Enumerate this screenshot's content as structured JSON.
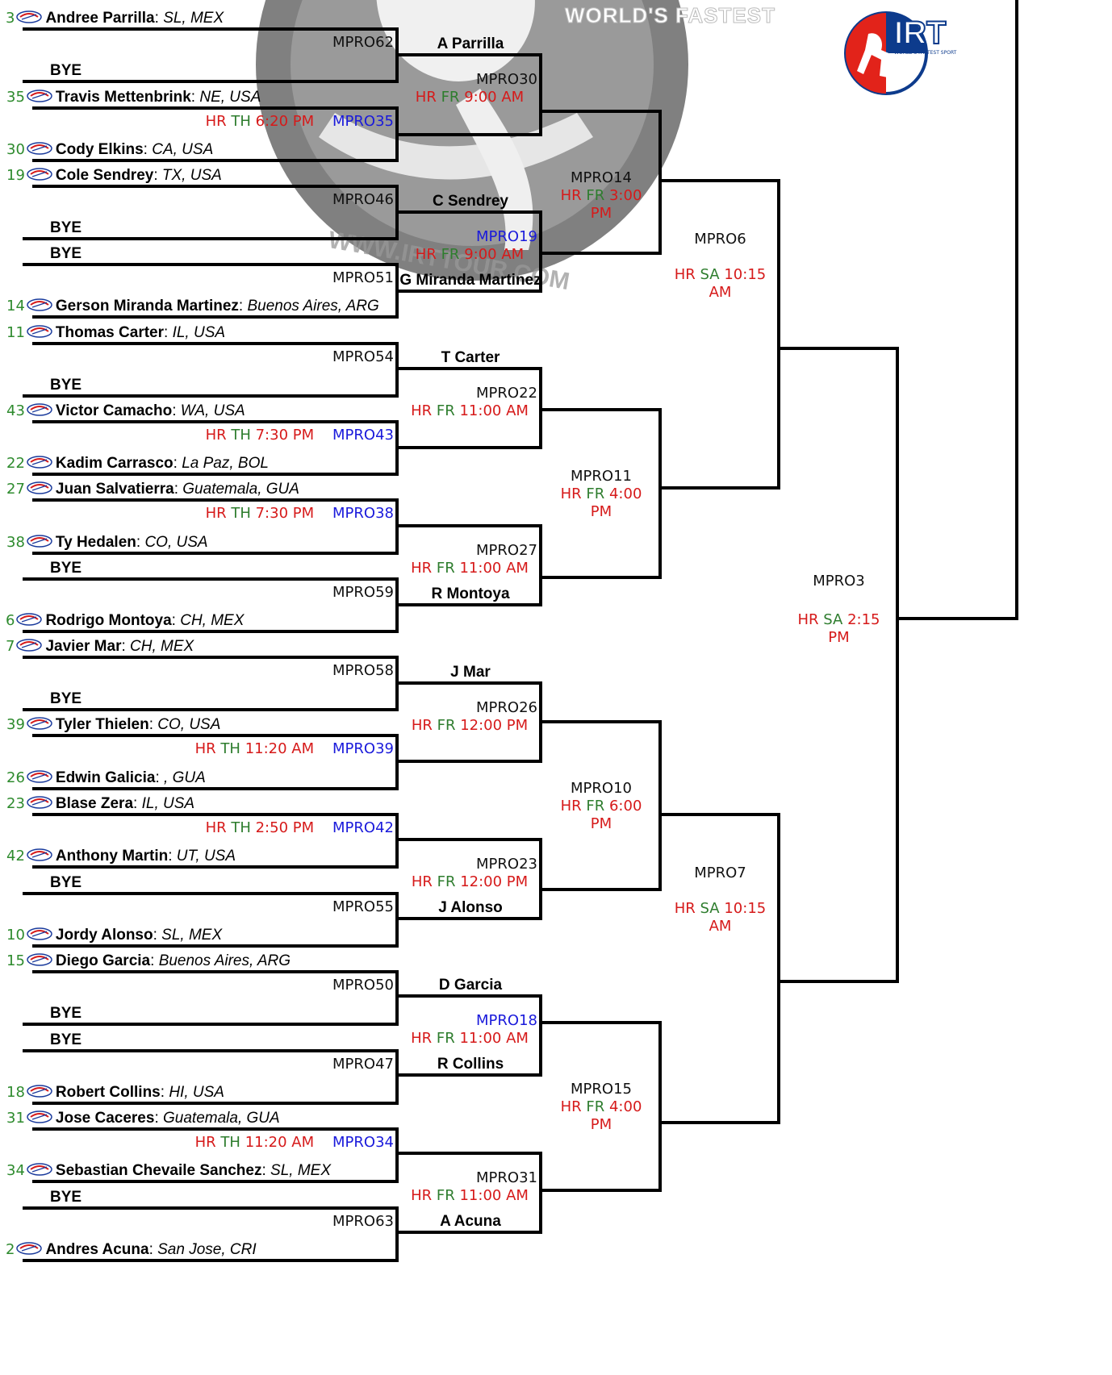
{
  "watermark": {
    "banner": "WORLD'S FASTEST",
    "url": "WWW.IRTTOUR.COM"
  },
  "logo": {
    "text": "IRT",
    "subtext": "WORLD'S FASTEST SPORT",
    "colors": {
      "red": "#e2231a",
      "blue": "#0d3b8c"
    }
  },
  "colors": {
    "seed": "#2e8b2e",
    "time_red": "#d61a1a",
    "day_green": "#2e7d2e",
    "link_blue": "#1a1adb"
  },
  "round1": [
    {
      "seed": "3",
      "name": "Andree Parrilla",
      "loc": "SL, MEX"
    },
    {
      "bye": "BYE"
    },
    {
      "seed": "35",
      "name": "Travis Mettenbrink",
      "loc": "NE, USA"
    },
    {
      "seed": "30",
      "name": "Cody Elkins",
      "loc": "CA, USA"
    },
    {
      "seed": "19",
      "name": "Cole Sendrey",
      "loc": "TX, USA"
    },
    {
      "bye": "BYE"
    },
    {
      "bye": "BYE"
    },
    {
      "seed": "14",
      "name": "Gerson Miranda Martinez",
      "loc": "Buenos Aires, ARG"
    },
    {
      "seed": "11",
      "name": "Thomas Carter",
      "loc": "IL, USA"
    },
    {
      "bye": "BYE"
    },
    {
      "seed": "43",
      "name": "Victor Camacho",
      "loc": "WA, USA"
    },
    {
      "seed": "22",
      "name": "Kadim Carrasco",
      "loc": "La Paz, BOL"
    },
    {
      "seed": "27",
      "name": "Juan Salvatierra",
      "loc": "Guatemala, GUA"
    },
    {
      "seed": "38",
      "name": "Ty Hedalen",
      "loc": "CO, USA"
    },
    {
      "bye": "BYE"
    },
    {
      "seed": "6",
      "name": "Rodrigo Montoya",
      "loc": "CH, MEX"
    },
    {
      "seed": "7",
      "name": "Javier Mar",
      "loc": "CH, MEX"
    },
    {
      "bye": "BYE"
    },
    {
      "seed": "39",
      "name": "Tyler Thielen",
      "loc": "CO, USA"
    },
    {
      "seed": "26",
      "name": "Edwin Galicia",
      "loc": ", GUA"
    },
    {
      "seed": "23",
      "name": "Blase Zera",
      "loc": "IL, USA"
    },
    {
      "seed": "42",
      "name": "Anthony Martin",
      "loc": "UT, USA"
    },
    {
      "bye": "BYE"
    },
    {
      "seed": "10",
      "name": "Jordy Alonso",
      "loc": "SL, MEX"
    },
    {
      "seed": "15",
      "name": "Diego Garcia",
      "loc": "Buenos Aires, ARG"
    },
    {
      "bye": "BYE"
    },
    {
      "bye": "BYE"
    },
    {
      "seed": "18",
      "name": "Robert Collins",
      "loc": "HI, USA"
    },
    {
      "seed": "31",
      "name": "Jose Caceres",
      "loc": "Guatemala, GUA"
    },
    {
      "seed": "34",
      "name": "Sebastian Chevaile Sanchez",
      "loc": "SL, MEX"
    },
    {
      "bye": "BYE"
    },
    {
      "seed": "2",
      "name": "Andres Acuna",
      "loc": "San Jose, CRI"
    }
  ],
  "round1_matches": [
    {
      "id": "MPRO62"
    },
    {
      "id": "MPRO35",
      "hr": "HR",
      "day": "TH",
      "time": "6:20 PM"
    },
    {
      "id": "MPRO46"
    },
    {
      "id": "MPRO51"
    },
    {
      "id": "MPRO54"
    },
    {
      "id": "MPRO43",
      "hr": "HR",
      "day": "TH",
      "time": "7:30 PM"
    },
    {
      "id": "MPRO38",
      "hr": "HR",
      "day": "TH",
      "time": "7:30 PM"
    },
    {
      "id": "MPRO59"
    },
    {
      "id": "MPRO58"
    },
    {
      "id": "MPRO39",
      "hr": "HR",
      "day": "TH",
      "time": "11:20 AM"
    },
    {
      "id": "MPRO42",
      "hr": "HR",
      "day": "TH",
      "time": "2:50 PM"
    },
    {
      "id": "MPRO55"
    },
    {
      "id": "MPRO50"
    },
    {
      "id": "MPRO47"
    },
    {
      "id": "MPRO34",
      "hr": "HR",
      "day": "TH",
      "time": "11:20 AM"
    },
    {
      "id": "MPRO63"
    }
  ],
  "round2_winners": [
    "A Parrilla",
    "",
    "C Sendrey",
    "G Miranda Martinez",
    "T Carter",
    "",
    "",
    "R Montoya",
    "J Mar",
    "",
    "",
    "J Alonso",
    "D Garcia",
    "R Collins",
    "",
    "A Acuna"
  ],
  "round2_matches": [
    {
      "id": "MPRO30",
      "hr": "HR",
      "day": "FR",
      "time": "9:00 AM"
    },
    {
      "id": "MPRO19",
      "hr": "HR",
      "day": "FR",
      "time": "9:00 AM"
    },
    {
      "id": "MPRO22",
      "hr": "HR",
      "day": "FR",
      "time": "11:00 AM"
    },
    {
      "id": "MPRO27",
      "hr": "HR",
      "day": "FR",
      "time": "11:00 AM"
    },
    {
      "id": "MPRO26",
      "hr": "HR",
      "day": "FR",
      "time": "12:00 PM"
    },
    {
      "id": "MPRO23",
      "hr": "HR",
      "day": "FR",
      "time": "12:00 PM"
    },
    {
      "id": "MPRO18",
      "hr": "HR",
      "day": "FR",
      "time": "11:00 AM"
    },
    {
      "id": "MPRO31",
      "hr": "HR",
      "day": "FR",
      "time": "11:00 AM"
    }
  ],
  "round3_matches": [
    {
      "id": "MPRO14",
      "hr": "HR",
      "day": "FR",
      "time1": "3:00",
      "time2": "PM"
    },
    {
      "id": "MPRO11",
      "hr": "HR",
      "day": "FR",
      "time1": "4:00",
      "time2": "PM"
    },
    {
      "id": "MPRO10",
      "hr": "HR",
      "day": "FR",
      "time1": "6:00",
      "time2": "PM"
    },
    {
      "id": "MPRO15",
      "hr": "HR",
      "day": "FR",
      "time1": "4:00",
      "time2": "PM"
    }
  ],
  "round4_matches": [
    {
      "id": "MPRO6",
      "hr": "HR",
      "day": "SA",
      "time1": "10:15",
      "time2": "AM"
    },
    {
      "id": "MPRO7",
      "hr": "HR",
      "day": "SA",
      "time1": "10:15",
      "time2": "AM"
    }
  ],
  "round5_matches": [
    {
      "id": "MPRO3",
      "hr": "HR",
      "day": "SA",
      "time1": "2:15",
      "time2": "PM"
    }
  ]
}
